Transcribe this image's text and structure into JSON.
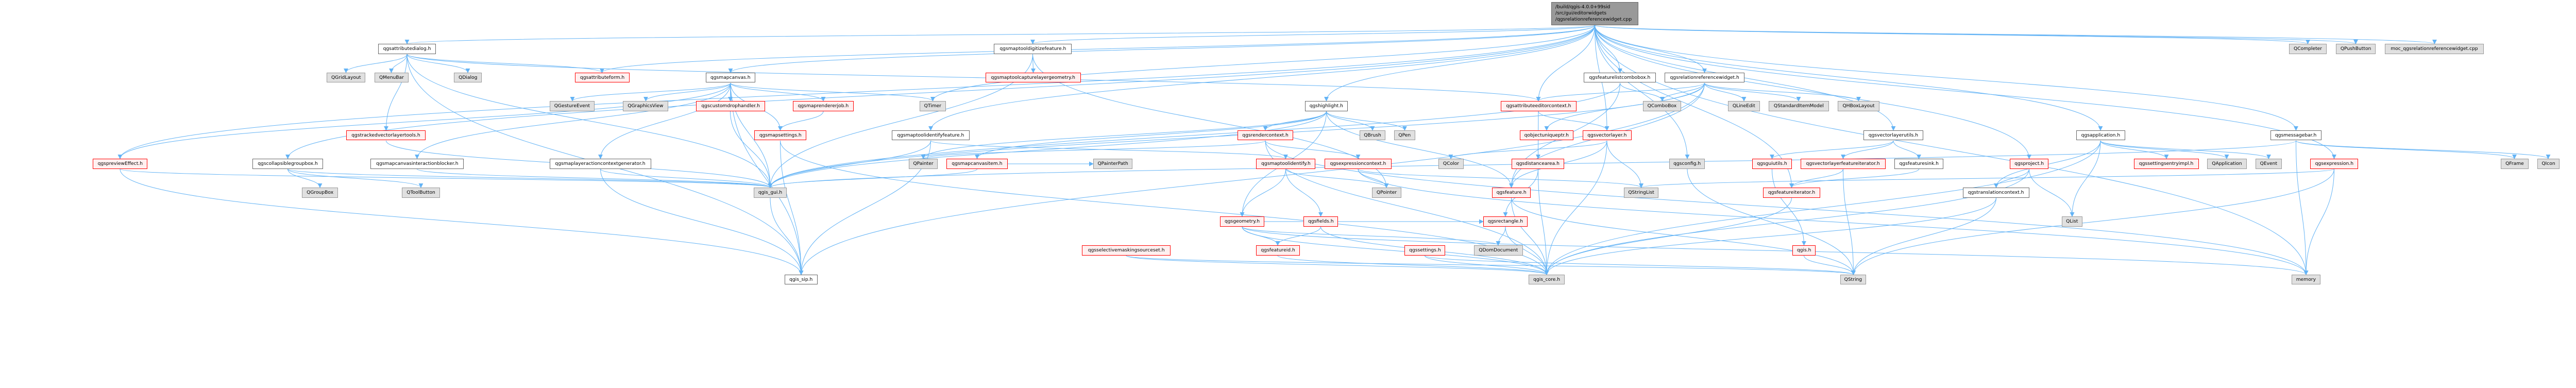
{
  "colors": {
    "edge": "#63b3f5",
    "root_fill": "#999999",
    "external_fill": "#e0e0e0",
    "truncated_border": "#ff0000"
  },
  "root": {
    "line1": "/build/qgis-4.0.0+99sid",
    "line2": "/src/gui/editorwidgets",
    "line3": "/qgsrelationreferencewidget.cpp"
  },
  "nodes": {
    "qgsattributedialog": {
      "label": "qgsattributedialog.h",
      "kind": "documented"
    },
    "qgsmaptooldigitizefeature": {
      "label": "qgsmaptooldigitizefeature.h",
      "kind": "documented"
    },
    "QCompleter": {
      "label": "QCompleter",
      "kind": "external"
    },
    "QPushButton": {
      "label": "QPushButton",
      "kind": "external"
    },
    "moc": {
      "label": "moc_qgsrelationreferencewidget.cpp",
      "kind": "external"
    },
    "QGridLayout": {
      "label": "QGridLayout",
      "kind": "external"
    },
    "QMenuBar": {
      "label": "QMenuBar",
      "kind": "external"
    },
    "QDialog": {
      "label": "QDialog",
      "kind": "external"
    },
    "qgsattributeform": {
      "label": "qgsattributeform.h",
      "kind": "truncated"
    },
    "qgsmapcanvas": {
      "label": "qgsmapcanvas.h",
      "kind": "documented"
    },
    "qgsmaptoolcapturelayergeometry": {
      "label": "qgsmaptoolcapturelayergeometry.h",
      "kind": "truncated"
    },
    "qgsfeaturelistcombobox": {
      "label": "qgsfeaturelistcombobox.h",
      "kind": "documented"
    },
    "qgsrelationreferencewidget": {
      "label": "qgsrelationreferencewidget.h",
      "kind": "documented"
    },
    "QGestureEvent": {
      "label": "QGestureEvent",
      "kind": "external"
    },
    "QGraphicsView": {
      "label": "QGraphicsView",
      "kind": "external"
    },
    "qgscustomdrophandler": {
      "label": "qgscustomdrophandler.h",
      "kind": "truncated"
    },
    "qgsmaprendererjob": {
      "label": "qgsmaprendererjob.h",
      "kind": "truncated"
    },
    "QTimer": {
      "label": "QTimer",
      "kind": "external"
    },
    "qgshighlight": {
      "label": "qgshighlight.h",
      "kind": "documented"
    },
    "qgsattributeeditorcontext": {
      "label": "qgsattributeeditorcontext.h",
      "kind": "truncated"
    },
    "QComboBox": {
      "label": "QComboBox",
      "kind": "external"
    },
    "QLineEdit": {
      "label": "QLineEdit",
      "kind": "external"
    },
    "QStandardItemModel": {
      "label": "QStandardItemModel",
      "kind": "external"
    },
    "QHBoxLayout": {
      "label": "QHBoxLayout",
      "kind": "external"
    },
    "qgstrackedvectorlayertools": {
      "label": "qgstrackedvectorlayertools.h",
      "kind": "truncated"
    },
    "qgsmapsettings": {
      "label": "qgsmapsettings.h",
      "kind": "truncated"
    },
    "qgsmaptoolidentifyfeature": {
      "label": "qgsmaptoolidentifyfeature.h",
      "kind": "documented"
    },
    "qgsrendercontext": {
      "label": "qgsrendercontext.h",
      "kind": "truncated"
    },
    "QBrush": {
      "label": "QBrush",
      "kind": "external"
    },
    "QPen": {
      "label": "QPen",
      "kind": "external"
    },
    "qobjectuniqueptr": {
      "label": "qobjectuniqueptr.h",
      "kind": "truncated"
    },
    "qgsvectorlayer": {
      "label": "qgsvectorlayer.h",
      "kind": "truncated"
    },
    "qgsvectorlayerutils": {
      "label": "qgsvectorlayerutils.h",
      "kind": "documented"
    },
    "qgsapplication": {
      "label": "qgsapplication.h",
      "kind": "documented"
    },
    "qgsmessagebar": {
      "label": "qgsmessagebar.h",
      "kind": "documented"
    },
    "qgsprevieweffect": {
      "label": "qgspreviewEffect.h",
      "kind": "truncated"
    },
    "qgscollapsiblegroupbox": {
      "label": "qgscollapsiblegroupbox.h",
      "kind": "documented"
    },
    "qgsmapcanvasinteractionblocker": {
      "label": "qgsmapcanvasinteractionblocker.h",
      "kind": "documented"
    },
    "qgsmaplayeractioncontextgenerator": {
      "label": "qgsmaplayeractioncontextgenerator.h",
      "kind": "documented"
    },
    "QPainter": {
      "label": "QPainter",
      "kind": "external"
    },
    "qgsmapcanvasitem": {
      "label": "qgsmapcanvasitem.h",
      "kind": "truncated"
    },
    "QPainterPath": {
      "label": "QPainterPath",
      "kind": "external"
    },
    "qgsmaptoolidentify": {
      "label": "qgsmaptoolidentify.h",
      "kind": "truncated"
    },
    "qgsexpressioncontext": {
      "label": "qgsexpressioncontext.h",
      "kind": "truncated"
    },
    "QColor": {
      "label": "QColor",
      "kind": "external"
    },
    "qgsdistancearea": {
      "label": "qgsdistancearea.h",
      "kind": "truncated"
    },
    "qgsconfig": {
      "label": "qgsconfig.h",
      "kind": "external"
    },
    "qgsguiutils": {
      "label": "qgsguiutils.h",
      "kind": "truncated"
    },
    "qgsvectorlayerfeatureiterator": {
      "label": "qgsvectorlayerfeatureiterator.h",
      "kind": "truncated"
    },
    "qgsfeaturesink": {
      "label": "qgsfeaturesink.h",
      "kind": "documented"
    },
    "qgsproject": {
      "label": "qgsproject.h",
      "kind": "truncated"
    },
    "qgssettingsentryimpl": {
      "label": "qgssettingsentryimpl.h",
      "kind": "truncated"
    },
    "QApplication": {
      "label": "QApplication",
      "kind": "external"
    },
    "QEvent": {
      "label": "QEvent",
      "kind": "external"
    },
    "qgsexpression": {
      "label": "qgsexpression.h",
      "kind": "truncated"
    },
    "QFrame": {
      "label": "QFrame",
      "kind": "external"
    },
    "QIcon": {
      "label": "QIcon",
      "kind": "external"
    },
    "QGroupBox": {
      "label": "QGroupBox",
      "kind": "external"
    },
    "QToolButton": {
      "label": "QToolButton",
      "kind": "external"
    },
    "qgis_gui": {
      "label": "qgis_gui.h",
      "kind": "external"
    },
    "QPointer": {
      "label": "QPointer",
      "kind": "external"
    },
    "qgsfeature": {
      "label": "qgsfeature.h",
      "kind": "truncated"
    },
    "QStringList": {
      "label": "QStringList",
      "kind": "external"
    },
    "qgsfeatureiterator": {
      "label": "qgsfeatureiterator.h",
      "kind": "truncated"
    },
    "qgstranslationcontext": {
      "label": "qgstranslationcontext.h",
      "kind": "documented"
    },
    "qgsgeometry": {
      "label": "qgsgeometry.h",
      "kind": "truncated"
    },
    "qgsfields": {
      "label": "qgsfields.h",
      "kind": "truncated"
    },
    "qgsrectangle": {
      "label": "qgsrectangle.h",
      "kind": "truncated"
    },
    "QList": {
      "label": "QList",
      "kind": "external"
    },
    "qgsselectivemaskingsourceset": {
      "label": "qgsselectivemaskingsourceset.h",
      "kind": "truncated"
    },
    "qgsfeatureid": {
      "label": "qgsfeatureid.h",
      "kind": "truncated"
    },
    "qgssettings": {
      "label": "qgssettings.h",
      "kind": "truncated"
    },
    "QDomDocument": {
      "label": "QDomDocument",
      "kind": "external"
    },
    "qgis": {
      "label": "qgis.h",
      "kind": "truncated"
    },
    "qgis_sip": {
      "label": "qgis_sip.h",
      "kind": "documented"
    },
    "qgis_core": {
      "label": "qgis_core.h",
      "kind": "external"
    },
    "QString": {
      "label": "QString",
      "kind": "external"
    },
    "memory": {
      "label": "memory",
      "kind": "external"
    }
  },
  "edges": [
    [
      "root",
      "qgsattributedialog"
    ],
    [
      "root",
      "qgsmaptooldigitizefeature"
    ],
    [
      "root",
      "QCompleter"
    ],
    [
      "root",
      "QPushButton"
    ],
    [
      "root",
      "moc"
    ],
    [
      "root",
      "qgsattributeform"
    ],
    [
      "root",
      "qgsmapcanvas"
    ],
    [
      "root",
      "qgsfeaturelistcombobox"
    ],
    [
      "root",
      "qgsrelationreferencewidget"
    ],
    [
      "root",
      "qgshighlight"
    ],
    [
      "root",
      "qgsvectorlayer"
    ],
    [
      "root",
      "qgsvectorlayerutils"
    ],
    [
      "root",
      "qgsapplication"
    ],
    [
      "root",
      "qgsmessagebar"
    ],
    [
      "root",
      "qgsprevieweffect"
    ],
    [
      "root",
      "qgscollapsiblegroupbox"
    ],
    [
      "root",
      "qgsmaptoolidentifyfeature"
    ],
    [
      "root",
      "qgsproject"
    ],
    [
      "root",
      "qgsexpression"
    ],
    [
      "root",
      "QTimer"
    ],
    [
      "root",
      "qgsattributeeditorcontext"
    ],
    [
      "root",
      "qgsconfig"
    ],
    [
      "root",
      "qgsfeatureiterator"
    ],
    [
      "root",
      "memory"
    ],
    [
      "qgsattributedialog",
      "QGridLayout"
    ],
    [
      "qgsattributedialog",
      "QMenuBar"
    ],
    [
      "qgsattributedialog",
      "QDialog"
    ],
    [
      "qgsattributedialog",
      "qgstrackedvectorlayertools"
    ],
    [
      "qgsattributedialog",
      "qgsattributeform"
    ],
    [
      "qgsattributedialog",
      "qgis_gui"
    ],
    [
      "qgsattributedialog",
      "qgis_sip"
    ],
    [
      "qgsattributedialog",
      "qgsattributeeditorcontext"
    ],
    [
      "qgsmapcanvas",
      "QGestureEvent"
    ],
    [
      "qgsmapcanvas",
      "QGraphicsView"
    ],
    [
      "qgsmapcanvas",
      "qgscustomdrophandler"
    ],
    [
      "qgsmapcanvas",
      "qgsmaprendererjob"
    ],
    [
      "qgsmapcanvas",
      "qgsmapsettings"
    ],
    [
      "qgsmapcanvas",
      "qgis_gui"
    ],
    [
      "qgsmapcanvas",
      "QTimer"
    ],
    [
      "qgsmapcanvas",
      "qgsmapcanvasinteractionblocker"
    ],
    [
      "qgsmapcanvas",
      "qgsmaplayeractioncontextgenerator"
    ],
    [
      "qgsmapcanvas",
      "qgsprevieweffect"
    ],
    [
      "qgsmapcanvas",
      "qgis_sip"
    ],
    [
      "qgsmaprendererjob",
      "qgsmapsettings"
    ],
    [
      "qgsmapsettings",
      "qgis_core"
    ],
    [
      "qgsmapsettings",
      "qgis_sip"
    ],
    [
      "qgscustomdrophandler",
      "qgis_gui"
    ],
    [
      "qgsmaptooldigitizefeature",
      "qgsmaptoolcapturelayergeometry"
    ],
    [
      "qgsmaptooldigitizefeature",
      "qgis_gui"
    ],
    [
      "qgsmaptooldigitizefeature",
      "QPointer"
    ],
    [
      "qgsmaptoolidentifyfeature",
      "qgsmaptoolidentify"
    ],
    [
      "qgsmaptoolidentifyfeature",
      "qgis_gui"
    ],
    [
      "qgsmaptoolidentifyfeature",
      "qgis_sip"
    ],
    [
      "qgshighlight",
      "qgsrendercontext"
    ],
    [
      "qgshighlight",
      "QBrush"
    ],
    [
      "qgshighlight",
      "QPen"
    ],
    [
      "qgshighlight",
      "qgsgeometry"
    ],
    [
      "qgshighlight",
      "qgsfeature"
    ],
    [
      "qgshighlight",
      "qgis_gui"
    ],
    [
      "qgshighlight",
      "QPainter"
    ],
    [
      "qgshighlight",
      "qgsmapcanvasitem"
    ],
    [
      "qgsrendercontext",
      "qgsexpressioncontext"
    ],
    [
      "qgsrendercontext",
      "QPainter"
    ],
    [
      "qgsrendercontext",
      "qgis_core"
    ],
    [
      "qgsrendercontext",
      "memory"
    ],
    [
      "qgsmaptoolidentify",
      "qgsfields"
    ],
    [
      "qgsmaptoolidentify",
      "QPointer"
    ],
    [
      "qgsmaptoolidentify",
      "qgsgeometry"
    ],
    [
      "qgsexpressioncontext",
      "QPointer"
    ],
    [
      "qgsexpressioncontext",
      "memory"
    ],
    [
      "qgsexpressioncontext",
      "QStringList"
    ],
    [
      "qgsgeometry",
      "qgsfeatureid"
    ],
    [
      "qgsgeometry",
      "QDomDocument"
    ],
    [
      "qgsgeometry",
      "qgis_core"
    ],
    [
      "qgsgeometry",
      "memory"
    ],
    [
      "qgsgeometry",
      "qgsrectangle"
    ],
    [
      "qgsfields",
      "qgsfeatureid"
    ],
    [
      "qgsfields",
      "qgis_core"
    ],
    [
      "qgsfeaturelistcombobox",
      "QComboBox"
    ],
    [
      "qgsfeaturelistcombobox",
      "qgsfeature"
    ],
    [
      "qgsfeaturelistcombobox",
      "qgis_gui"
    ],
    [
      "qgsrelationreferencewidget",
      "QComboBox"
    ],
    [
      "qgsrelationreferencewidget",
      "QLineEdit"
    ],
    [
      "qgsrelationreferencewidget",
      "QStandardItemModel"
    ],
    [
      "qgsrelationreferencewidget",
      "QHBoxLayout"
    ],
    [
      "qgsrelationreferencewidget",
      "qgsattributeeditorcontext"
    ],
    [
      "qgsrelationreferencewidget",
      "qobjectuniqueptr"
    ],
    [
      "qgsrelationreferencewidget",
      "qgsfeature"
    ],
    [
      "qgsrelationreferencewidget",
      "qgis_gui"
    ],
    [
      "qgsrelationreferencewidget",
      "qgis_sip"
    ],
    [
      "qgsattributeeditorcontext",
      "qgsvectorlayer"
    ],
    [
      "qgsattributeeditorcontext",
      "qgsdistancearea"
    ],
    [
      "qgsvectorlayer",
      "qgsfeature"
    ],
    [
      "qgsvectorlayer",
      "QStringList"
    ],
    [
      "qgsvectorlayer",
      "qgis_core"
    ],
    [
      "qgsvectorlayer",
      "QColor"
    ],
    [
      "qgsdistancearea",
      "qgis_core"
    ],
    [
      "qgsdistancearea",
      "qgsrectangle"
    ],
    [
      "qgsfeature",
      "qgis_core"
    ],
    [
      "qgsfeature",
      "QString"
    ],
    [
      "qgsrectangle",
      "QDomDocument"
    ],
    [
      "qgsrectangle",
      "qgis_core"
    ],
    [
      "qgsvectorlayerutils",
      "qgsvectorlayerfeatureiterator"
    ],
    [
      "qgsvectorlayerutils",
      "qgsfeaturesink"
    ],
    [
      "qgsvectorlayerutils",
      "qgsguiutils"
    ],
    [
      "qgsvectorlayerfeatureiterator",
      "qgsfeatureiterator"
    ],
    [
      "qgsvectorlayerfeatureiterator",
      "QString"
    ],
    [
      "qgsfeaturesink",
      "qgsfeatureiterator"
    ],
    [
      "qgsguiutils",
      "qgis"
    ],
    [
      "qgis",
      "QString"
    ],
    [
      "qgsfeatureiterator",
      "qgis_core"
    ],
    [
      "qgsapplication",
      "qgssettingsentryimpl"
    ],
    [
      "qgsapplication",
      "QApplication"
    ],
    [
      "qgsapplication",
      "QEvent"
    ],
    [
      "qgsapplication",
      "QList"
    ],
    [
      "qgsapplication",
      "qgstranslationcontext"
    ],
    [
      "qgsapplication",
      "qgis_core"
    ],
    [
      "qgsproject",
      "QList"
    ],
    [
      "qgsproject",
      "qgstranslationcontext"
    ],
    [
      "qgsproject",
      "qgis_core"
    ],
    [
      "qgstranslationcontext",
      "QString"
    ],
    [
      "qgstranslationcontext",
      "qgis_core"
    ],
    [
      "qgsmessagebar",
      "QFrame"
    ],
    [
      "qgsmessagebar",
      "QIcon"
    ],
    [
      "qgsmessagebar",
      "memory"
    ],
    [
      "qgsmessagebar",
      "qgis_gui"
    ],
    [
      "qgsexpression",
      "memory"
    ],
    [
      "qgsexpression",
      "QString"
    ],
    [
      "qgsexpression",
      "QStringList"
    ],
    [
      "qgscollapsiblegroupbox",
      "QGroupBox"
    ],
    [
      "qgscollapsiblegroupbox",
      "QToolButton"
    ],
    [
      "qgscollapsiblegroupbox",
      "qgis_gui"
    ],
    [
      "qgsprevieweffect",
      "qgis_gui"
    ],
    [
      "qgsprevieweffect",
      "qgis_sip"
    ],
    [
      "qgsmapcanvasinteractionblocker",
      "qgis_gui"
    ],
    [
      "qgsmaplayeractioncontextgenerator",
      "qgis_sip"
    ],
    [
      "qgsmaplayeractioncontextgenerator",
      "qgis_gui"
    ],
    [
      "qgstrackedvectorlayertools",
      "qgis_gui"
    ],
    [
      "qgsmapcanvasitem",
      "qgis_gui"
    ],
    [
      "qgsmapcanvasitem",
      "QPainterPath"
    ],
    [
      "qgsselectivemaskingsourceset",
      "qgis_core"
    ],
    [
      "qgsselectivemaskingsourceset",
      "QString"
    ],
    [
      "qgssettings",
      "QString"
    ],
    [
      "qgssettings",
      "qgis_core"
    ],
    [
      "qgsfeatureid",
      "qgis_core"
    ],
    [
      "qgsconfig",
      "QString"
    ],
    [
      "qgis_gui",
      "qgis_sip"
    ]
  ]
}
